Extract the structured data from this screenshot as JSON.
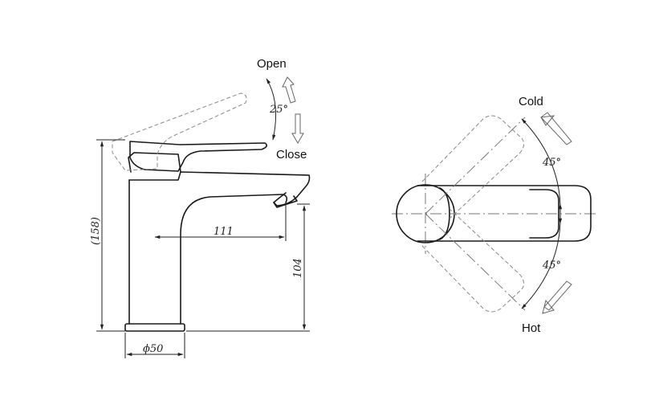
{
  "side_view": {
    "labels": {
      "open": "Open",
      "close": "Close"
    },
    "dimensions": {
      "lever_angle": "25°",
      "total_height": "(158)",
      "spout_reach": "111",
      "spout_height": "104",
      "base_diameter": "ϕ50"
    }
  },
  "top_view": {
    "labels": {
      "cold": "Cold",
      "hot": "Hot"
    },
    "dimensions": {
      "cold_angle": "45°",
      "hot_angle": "45°"
    }
  }
}
